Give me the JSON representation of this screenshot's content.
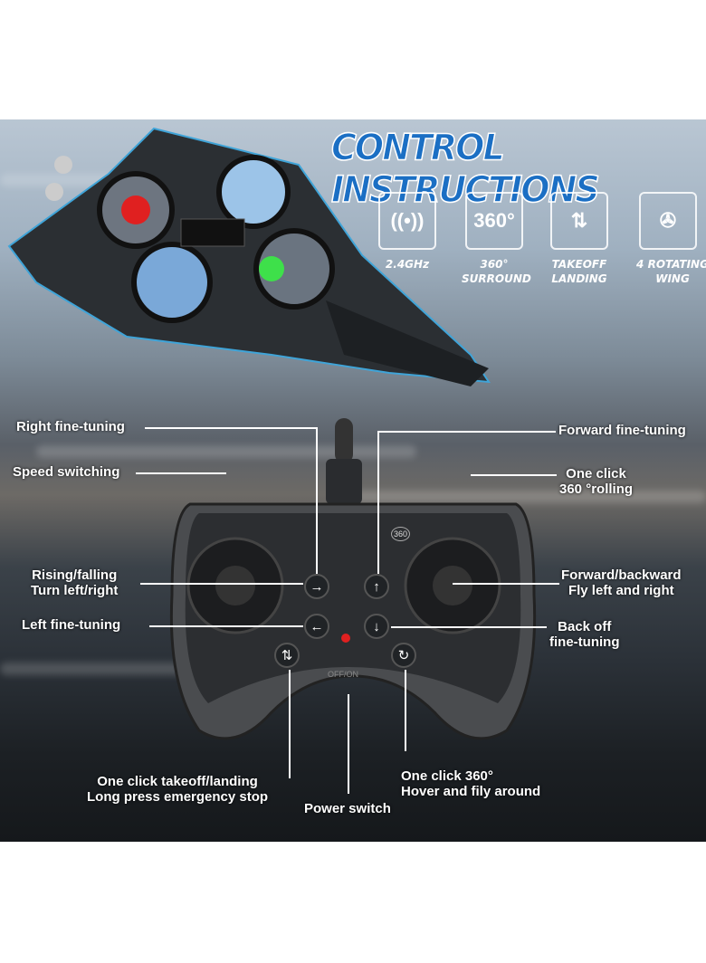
{
  "header": {
    "title": "CONTROL INSTRUCTIONS"
  },
  "features": [
    {
      "icon": "wireless-signal-icon",
      "glyph": "((•))",
      "caption": "2.4GHz"
    },
    {
      "icon": "rotate-360-icon",
      "glyph": "360°",
      "caption": "360°\nSURROUND"
    },
    {
      "icon": "takeoff-landing-icon",
      "glyph": "⇅",
      "caption": "TAKEOFF\nLANDING"
    },
    {
      "icon": "propeller-icon",
      "glyph": "✇",
      "caption": "4 ROTATING\nWING"
    }
  ],
  "labels": {
    "right_fine_tuning": "Right fine-tuning",
    "speed_switching": "Speed switching",
    "rising_falling": "Rising/falling\nTurn left/right",
    "left_fine_tuning": "Left fine-tuning",
    "forward_fine_tuning": "Forward fine-tuning",
    "one_click_rolling": "One click\n360 °rolling",
    "forward_backward": "Forward/backward\nFly left and right",
    "back_off": "Back off\nfine-tuning",
    "takeoff_landing": "One click takeoff/landing\nLong press emergency stop",
    "power_switch": "Power switch",
    "hover": "One click 360°\nHover and fily around"
  },
  "controller": {
    "power_text": "OFF/ON",
    "badge_360": "360"
  },
  "colors": {
    "title": "#1b6fc4",
    "led_red": "#e02020",
    "led_green": "#3ee04a",
    "led_blue": "#4aa0ff",
    "plane_accent": "#3fa4d8"
  }
}
